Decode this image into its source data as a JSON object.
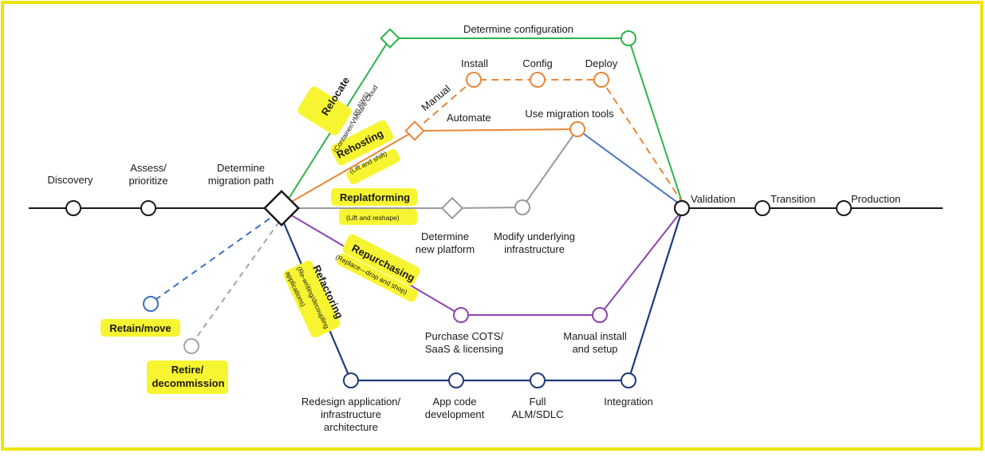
{
  "colors": {
    "frame": "#ece40a",
    "highlight": "#f7f531",
    "main_line": "#1a1a1a",
    "relocate": "#2db34a",
    "rehost": "#e8873a",
    "replatform": "#9b9b9b",
    "repurchase": "#8e44ad",
    "refactor": "#1f3a7a",
    "retain": "#3b6fc4",
    "retire": "#a5a5a5",
    "tool_to_validation": "#4a78c0"
  },
  "stages": {
    "discovery": "Discovery",
    "assess_line1": "Assess/",
    "assess_line2": "prioritize",
    "determine_line1": "Determine",
    "determine_line2": "migration path",
    "validation": "Validation",
    "transition": "Transition",
    "production": "Production"
  },
  "relocate": {
    "title": "Relocate",
    "sub_line1": "(Container/VMware Cloud",
    "sub_line2": "on AWS)",
    "step": "Determine configuration"
  },
  "rehost": {
    "title": "Rehosting",
    "sub": "(Lift and shift)",
    "manual": "Manual",
    "automate": "Automate",
    "install": "Install",
    "config": "Config",
    "deploy": "Deploy",
    "tools": "Use migration tools"
  },
  "replatform": {
    "title": "Replatforming",
    "sub": "(Lift and reshape)",
    "platform_line1": "Determine",
    "platform_line2": "new platform",
    "modify_line1": "Modify underlying",
    "modify_line2": "infrastructure"
  },
  "repurchase": {
    "title": "Repurchasing",
    "sub": "(Replace—drop and shop)",
    "purchase_line1": "Purchase COTS/",
    "purchase_line2": "SaaS & licensing",
    "manual_line1": "Manual install",
    "manual_line2": "and setup"
  },
  "refactor": {
    "title": "Refactoring",
    "sub_line1": "(Re-writing/decoupling",
    "sub_line2": "applications)",
    "redesign_line1": "Redesign application/",
    "redesign_line2": "infrastructure",
    "redesign_line3": "architecture",
    "appcode_line1": "App code",
    "appcode_line2": "development",
    "alm_line1": "Full",
    "alm_line2": "ALM/SDLC",
    "integration": "Integration"
  },
  "retain": {
    "label": "Retain/move"
  },
  "retire": {
    "label_line1": "Retire/",
    "label_line2": "decommission"
  }
}
